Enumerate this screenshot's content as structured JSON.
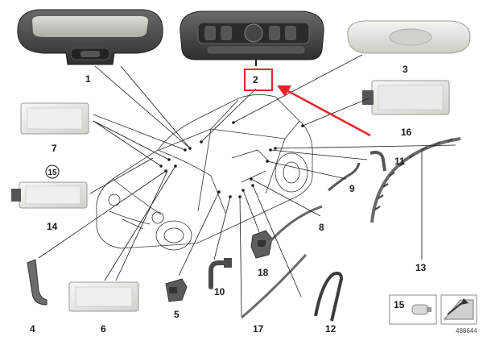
{
  "diagram": {
    "callouts": {
      "c1": "1",
      "c2": "2",
      "c3": "3",
      "c4": "4",
      "c5": "5",
      "c6": "6",
      "c7": "7",
      "c8": "8",
      "c9": "9",
      "c10": "10",
      "c11": "11",
      "c12": "12",
      "c13": "13",
      "c14": "14",
      "c15_circled": "15",
      "c16": "16",
      "c17": "17",
      "c18": "18",
      "c15_box": "15"
    },
    "document_id": "488644",
    "colors": {
      "highlight": "#e8202a",
      "line": "#1a1a1a",
      "part_dark": "#4a4a4a",
      "part_light": "#e4e6e2"
    }
  }
}
